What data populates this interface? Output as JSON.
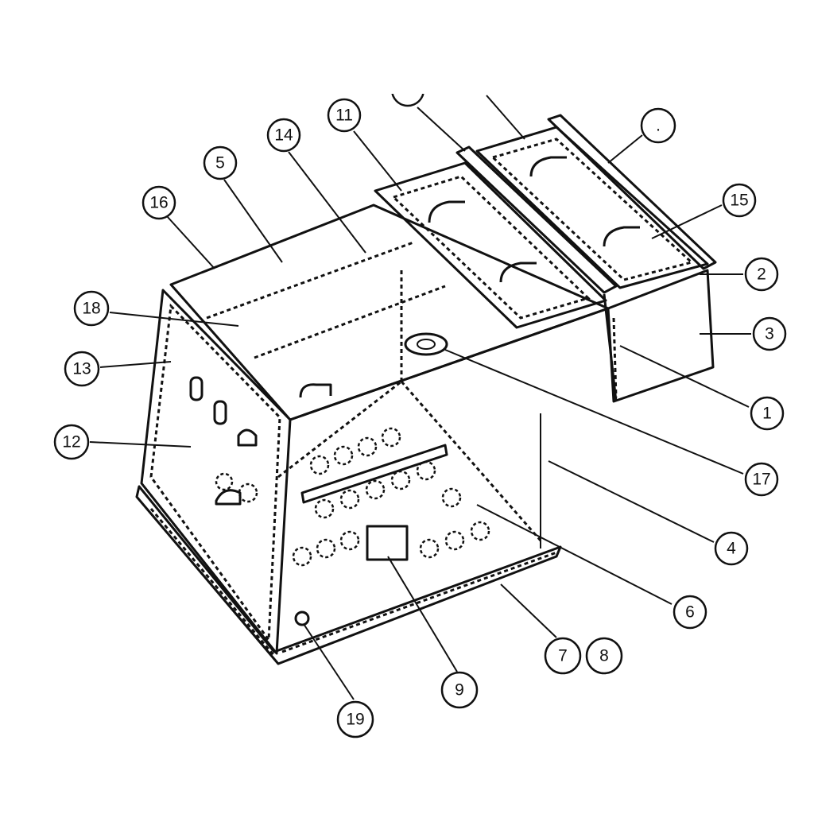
{
  "title": "Storage box assembly exploded diagram",
  "callouts": [
    {
      "id": "16",
      "label": "16"
    },
    {
      "id": "5",
      "label": "5"
    },
    {
      "id": "14",
      "label": "14"
    },
    {
      "id": "11",
      "label": "11"
    },
    {
      "id": "top-a",
      "label": ""
    },
    {
      "id": "top-b",
      "label": "."
    },
    {
      "id": "15",
      "label": "15"
    },
    {
      "id": "2",
      "label": "2"
    },
    {
      "id": "3",
      "label": "3"
    },
    {
      "id": "1",
      "label": "1"
    },
    {
      "id": "17",
      "label": "17"
    },
    {
      "id": "4",
      "label": "4"
    },
    {
      "id": "6",
      "label": "6"
    },
    {
      "id": "7",
      "label": "7"
    },
    {
      "id": "8",
      "label": "8"
    },
    {
      "id": "9",
      "label": "9"
    },
    {
      "id": "19",
      "label": "19"
    },
    {
      "id": "12",
      "label": "12"
    },
    {
      "id": "13",
      "label": "13"
    },
    {
      "id": "18",
      "label": "18"
    }
  ]
}
